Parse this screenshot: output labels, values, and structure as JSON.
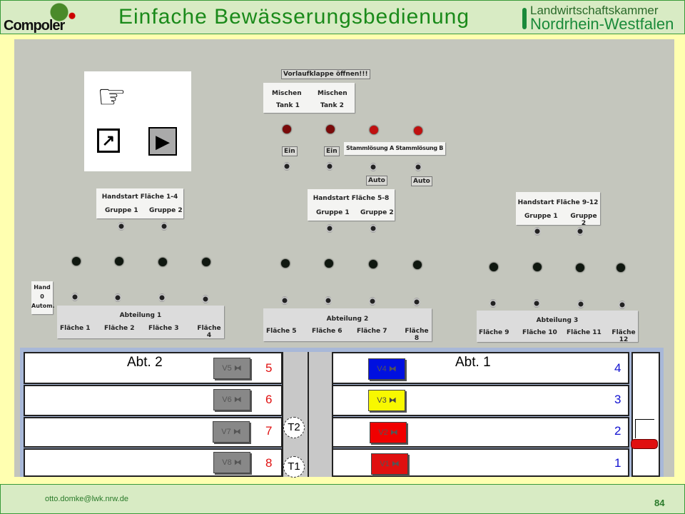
{
  "header": {
    "logo": "Compoler",
    "title": "Einfache Bewässerungsbedienung",
    "org_line1": "Landwirtschaftskammer",
    "org_line2": "Nordrhein-Westfalen"
  },
  "panel": {
    "warning": "Vorlaufklappe öffnen!!!",
    "mix": [
      "Mischen",
      "Tank 1",
      "Mischen",
      "Tank 2"
    ],
    "ein": "Ein",
    "stamm": "Stammlösung A  Stammlösung B",
    "auto": "Auto",
    "handstart": [
      "Handstart Fläche 1-4",
      "Handstart Fläche 5-8",
      "Handstart Fläche 9-12"
    ],
    "gruppe1": "Gruppe 1",
    "gruppe2": "Gruppe 2",
    "mode": [
      "Hand",
      "0",
      "Autom."
    ],
    "abteilung": [
      "Abteilung 1",
      "Abteilung 2",
      "Abteilung 3"
    ],
    "flaechen": [
      "Fläche 1",
      "Fläche 2",
      "Fläche 3",
      "Fläche 4",
      "Fläche 5",
      "Fläche 6",
      "Fläche 7",
      "Fläche 8",
      "Fläche 9",
      "Fläche 10",
      "Fläche 11",
      "Fläche 12"
    ]
  },
  "hmi": {
    "abt2": "Abt. 2",
    "abt1": "Abt. 1",
    "left_valves": [
      {
        "label": "V5 ⧓",
        "num": "5"
      },
      {
        "label": "V6 ⧓",
        "num": "6"
      },
      {
        "label": "V7 ⧓",
        "num": "7"
      },
      {
        "label": "V8 ⧓",
        "num": "8"
      }
    ],
    "right_valves": [
      {
        "label": "V4 ⧓",
        "num": "4",
        "color": "#0010e0"
      },
      {
        "label": "V3 ⧓",
        "num": "3",
        "color": "#f8f800"
      },
      {
        "label": "V2 ⧓",
        "num": "2",
        "color": "#f00000"
      },
      {
        "label": "V1 ⧓",
        "num": "1",
        "color": "#e01010"
      }
    ],
    "tanks": [
      "T2",
      "T1"
    ]
  },
  "footer": {
    "email": "otto.domke@lwk.nrw.de",
    "page": "84"
  }
}
